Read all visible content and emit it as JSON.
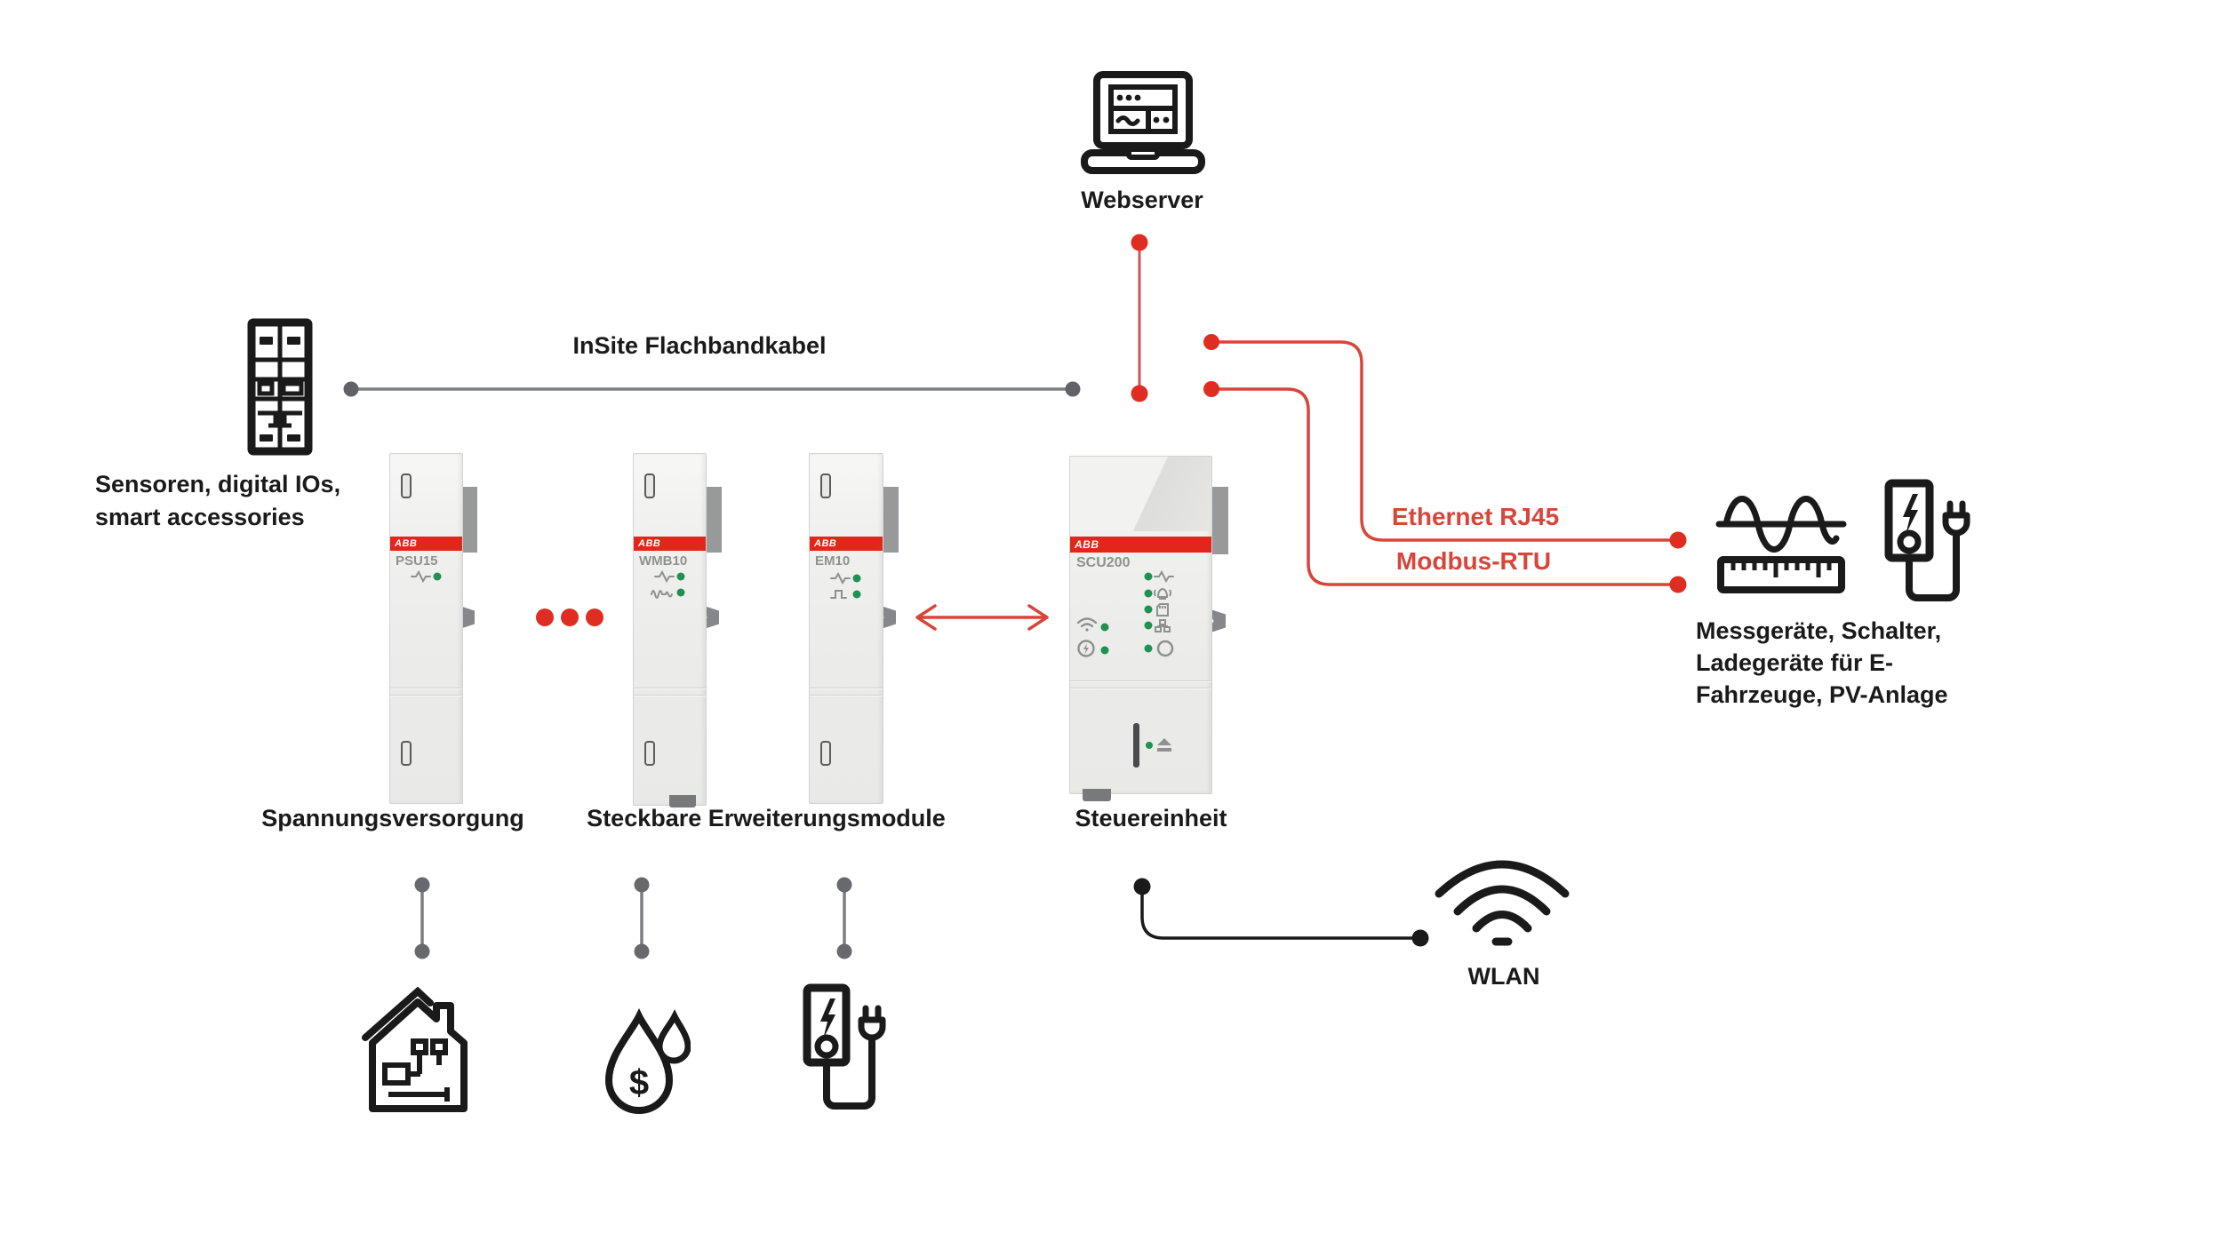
{
  "webserver": {
    "label": "Webserver"
  },
  "cable": {
    "label": "InSite Flachbandkabel"
  },
  "sensors": {
    "line1": "Sensoren, digital IOs,",
    "line2": "smart accessories"
  },
  "modules": {
    "psu15": {
      "brand": "ABB",
      "model": "PSU15"
    },
    "wmb10": {
      "brand": "ABB",
      "model": "WMB10"
    },
    "em10": {
      "brand": "ABB",
      "model": "EM10"
    },
    "scu200": {
      "brand": "ABB",
      "model": "SCU200"
    }
  },
  "module_labels": {
    "power_supply": "Spannungsversorgung",
    "expansion": "Steckbare Erweiterungsmodule",
    "control_unit": "Steuereinheit"
  },
  "connections": {
    "ethernet": "Ethernet RJ45",
    "modbus": "Modbus-RTU",
    "wlan": "WLAN"
  },
  "right_devices": {
    "line1": "Messgeräte, Schalter,",
    "line2": "Ladegeräte für E-",
    "line3": "Fahrzeuge, PV-Anlage"
  },
  "icons": {
    "currency": "$"
  },
  "colors": {
    "abb_red": "#e2261b",
    "line_red": "#d8453a",
    "dot_red": "#e02d22",
    "green_led": "#1f9150",
    "line_gray": "#7d7e80",
    "black": "#1a1a1a"
  }
}
